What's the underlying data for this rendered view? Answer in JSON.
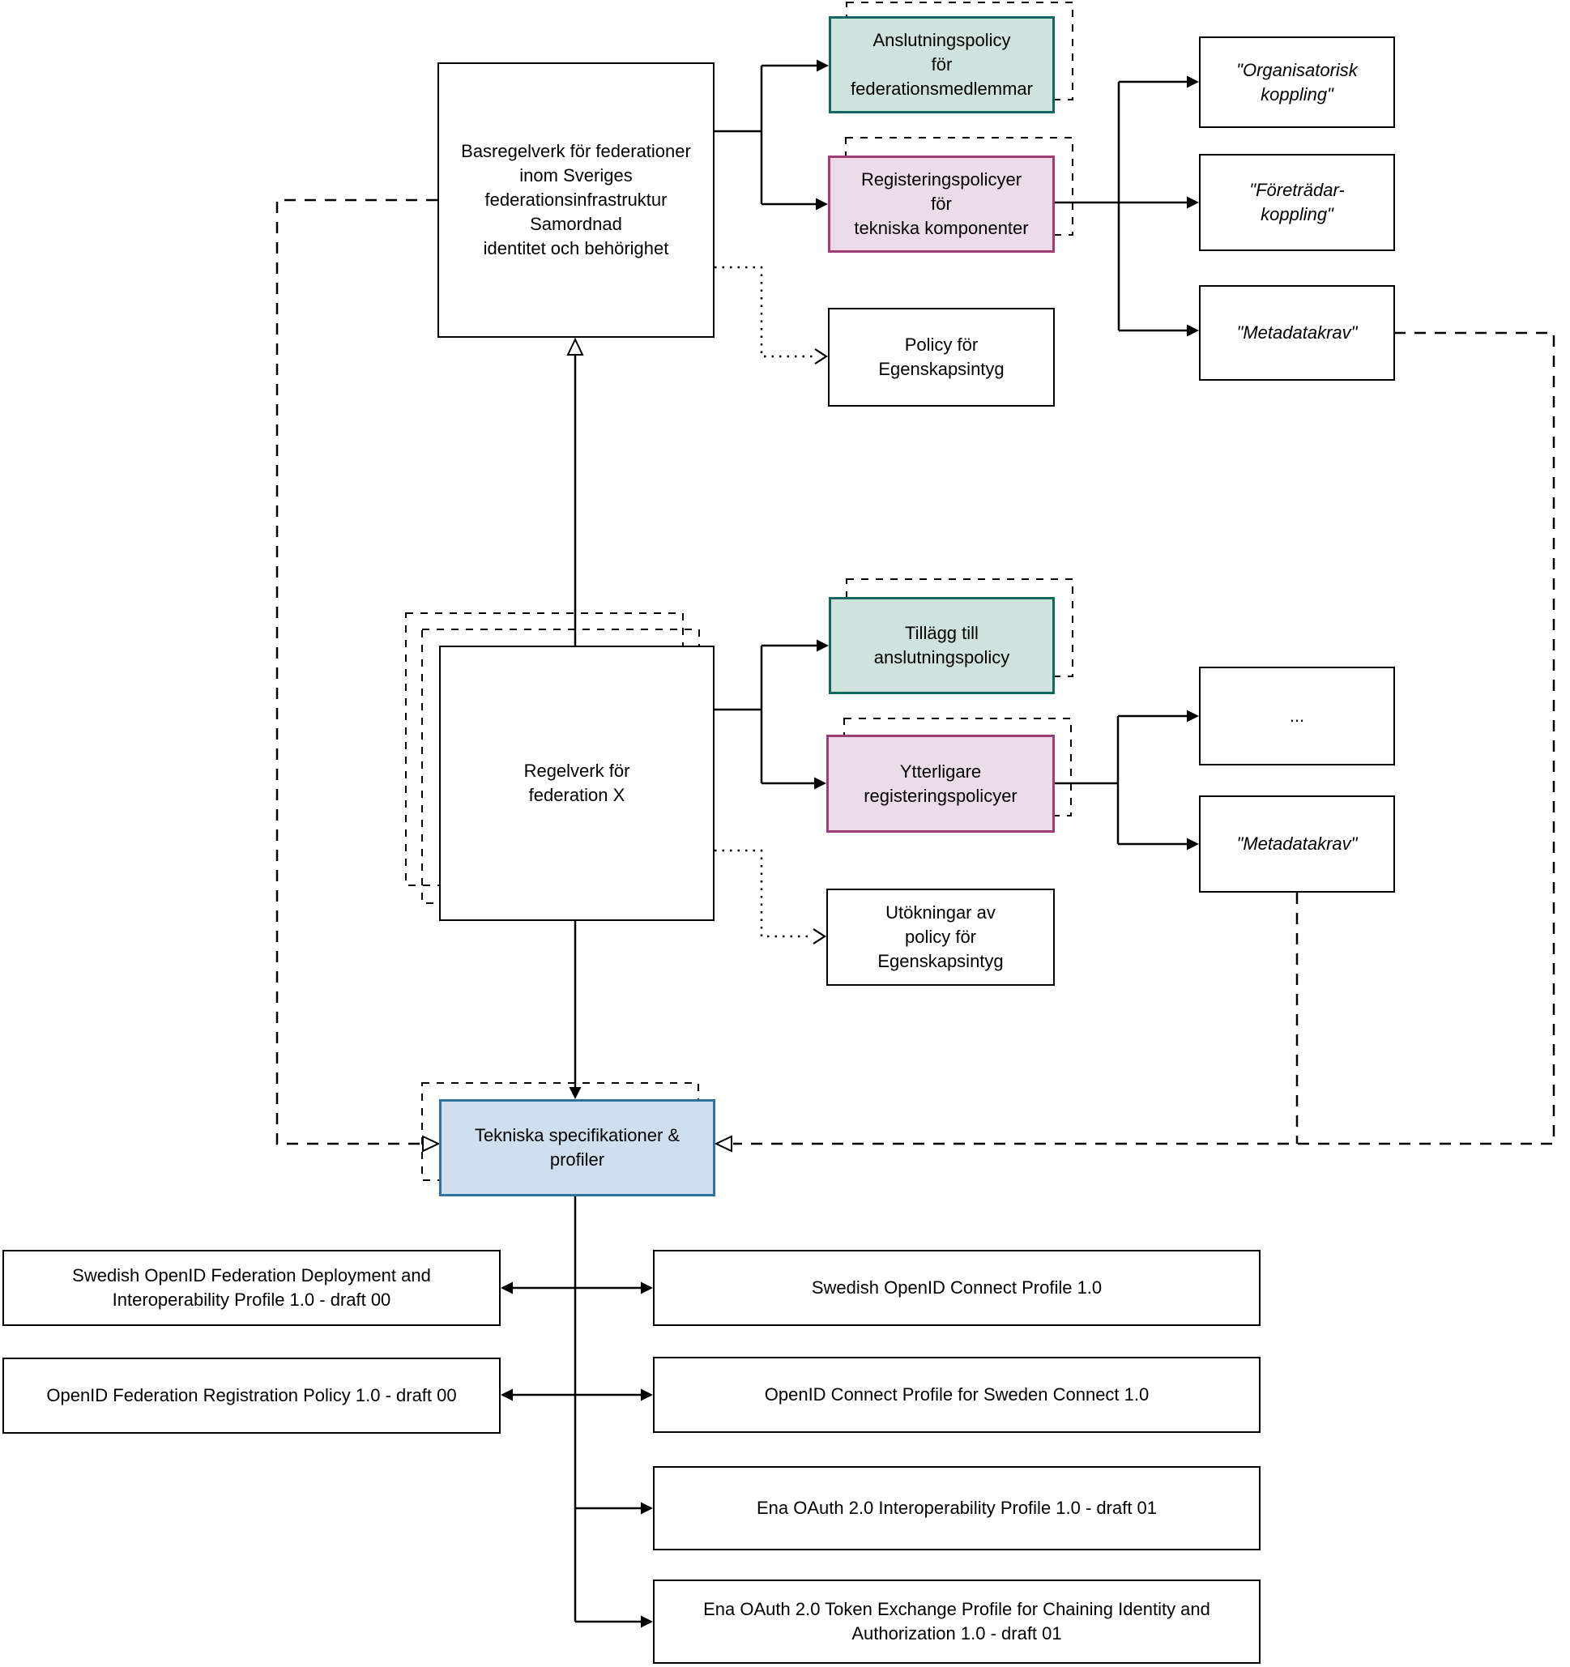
{
  "colors": {
    "teal_fill": "#d0e2de",
    "teal_border": "#10695c",
    "pink_fill": "#ecdce8",
    "pink_border": "#9e3d76",
    "blue_fill": "#cfdfed",
    "blue_border": "#33719e",
    "line": "#000000"
  },
  "nodes": {
    "basregelverk": {
      "label": "Basregelverk för federationer\ninom Sveriges\nfederationsinfrastruktur\nSamordnad\nidentitet och behörighet"
    },
    "anslutningspolicy": {
      "label": "Anslutningspolicy\nför\nfederationsmedlemmar"
    },
    "registeringspolicyer": {
      "label": "Registeringspolicyer\nför\ntekniska komponenter"
    },
    "organisatorisk": {
      "label": "\"Organisatorisk\nkoppling\""
    },
    "foretradar": {
      "label": "\"Företrädar-\nkoppling\""
    },
    "metadatakrav_bas": {
      "label": "\"Metadatakrav\""
    },
    "policy_egenskapsintyg": {
      "label": "Policy för\nEgenskapsintyg"
    },
    "regelverk_x": {
      "label": "Regelverk för\nfederation X"
    },
    "tillagg": {
      "label": "Tillägg till\nanslutningspolicy"
    },
    "ytterligare": {
      "label": "Ytterligare\nregisteringspolicyer"
    },
    "ellipsis": {
      "label": "..."
    },
    "metadatakrav_fed": {
      "label": "\"Metadatakrav\""
    },
    "utokningar": {
      "label": "Utökningar av\npolicy för\nEgenskapsintyg"
    },
    "tekniska": {
      "label": "Tekniska specifikationer &\nprofiler"
    },
    "swedish_deploy": {
      "label": "Swedish OpenID Federation Deployment and\nInteroperability Profile 1.0 - draft 00"
    },
    "openid_reg_policy": {
      "label": "OpenID Federation Registration Policy 1.0 - draft 00"
    },
    "swedish_connect": {
      "label": "Swedish OpenID Connect Profile 1.0"
    },
    "openid_sweden_connect": {
      "label": "OpenID Connect Profile for Sweden Connect 1.0"
    },
    "ena_interop": {
      "label": "Ena OAuth 2.0 Interoperability Profile 1.0 - draft 01"
    },
    "ena_token_exchange": {
      "label": "Ena OAuth 2.0 Token Exchange Profile for Chaining Identity and\nAuthorization 1.0 - draft 01"
    }
  }
}
